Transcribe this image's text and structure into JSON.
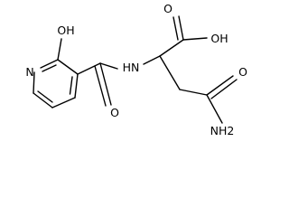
{
  "molecule": {
    "atom_labels": {
      "pyridine_n": "N",
      "hydroxy": "OH",
      "amide_nh": "HN",
      "amide_o": "O",
      "acid_oh": "OH",
      "acid_o": "O",
      "carboxamide_o": "O",
      "carboxamide_nh2": "NH2"
    }
  },
  "colors": {
    "bond": "#000000",
    "text": "#000000",
    "background": "#ffffff"
  }
}
